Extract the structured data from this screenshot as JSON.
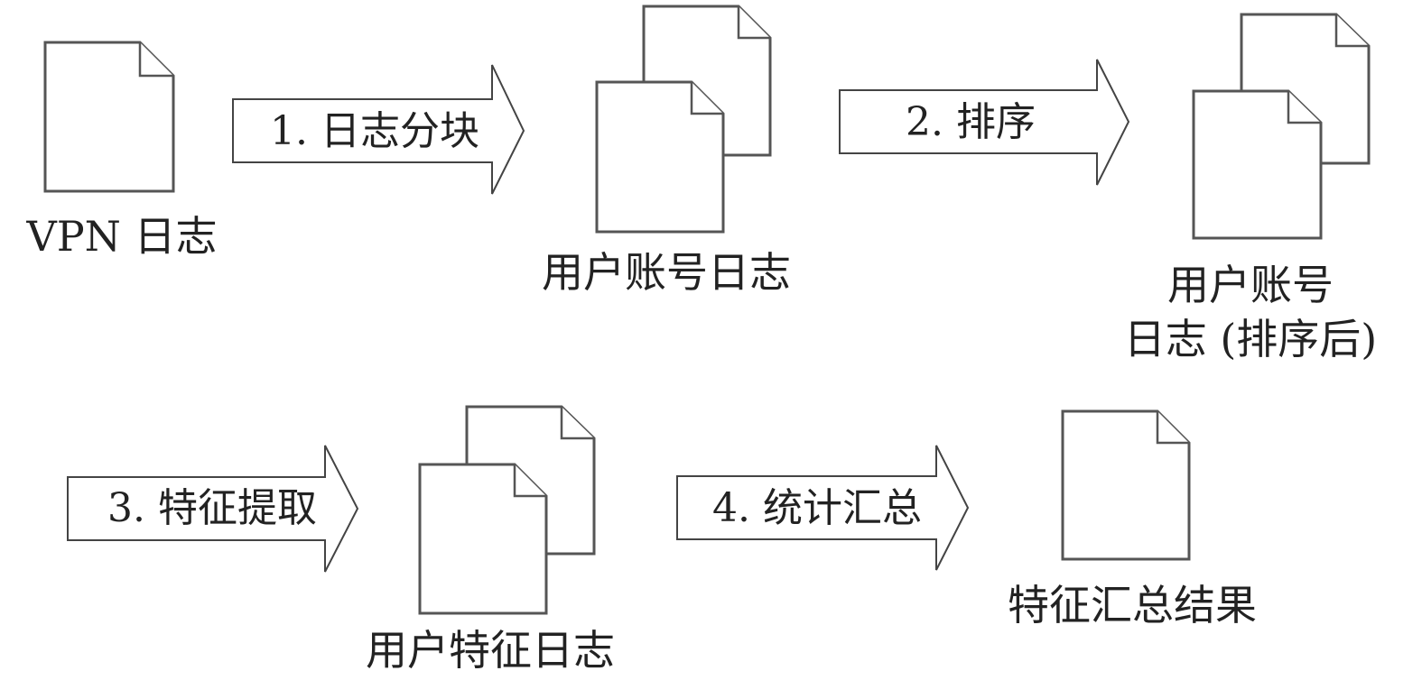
{
  "steps": [
    {
      "label": "1. 日志分块"
    },
    {
      "label": "2. 排序"
    },
    {
      "label": "3. 特征提取"
    },
    {
      "label": "4. 统计汇总"
    }
  ],
  "nodes": {
    "vpn_log": {
      "label": "VPN 日志"
    },
    "user_account_log": {
      "label": "用户账号日志"
    },
    "sorted_log": {
      "line1": "用户账号",
      "line2": "日志 (排序后)"
    },
    "user_feature_log": {
      "label": "用户特征日志"
    },
    "summary_result": {
      "label": "特征汇总结果"
    }
  }
}
